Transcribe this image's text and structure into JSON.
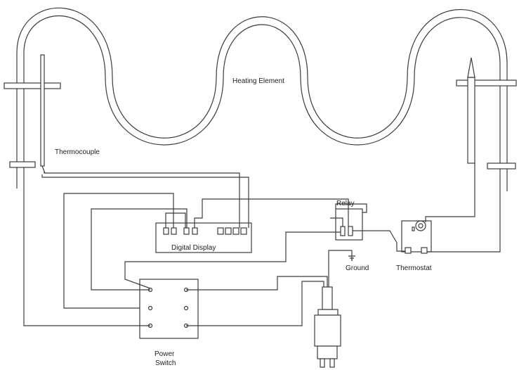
{
  "labels": {
    "heating_element": "Heating Element",
    "thermocouple": "Thermocouple",
    "relay": "Relay",
    "digital_display": "Digital Display",
    "ground": "Ground",
    "thermostat": "Thermostat",
    "power_switch_line1": "Power",
    "power_switch_line2": "Switch"
  },
  "colors": {
    "line": "#3c3c3c",
    "text": "#1e1e1e",
    "background": "#ffffff"
  }
}
